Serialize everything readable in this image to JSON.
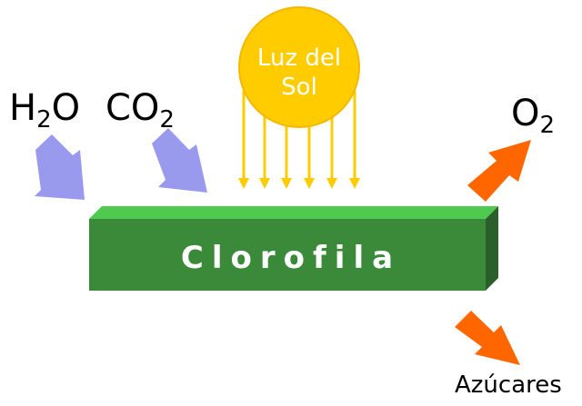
{
  "inputs": {
    "water": {
      "base": "H",
      "sub": "2",
      "tail": "O"
    },
    "carbon_dioxide": {
      "base": "CO",
      "sub": "2"
    }
  },
  "sun": {
    "line1": "Luz del",
    "line2": "Sol"
  },
  "chlorophyll": {
    "label": "Clorofila"
  },
  "outputs": {
    "oxygen": {
      "base": "O",
      "sub": "2"
    },
    "sugars": {
      "label": "Azúcares"
    }
  },
  "colors": {
    "sun": "#ffcc00",
    "sun_outline": "#f5b800",
    "input_arrow": "#9999ee",
    "output_arrow": "#ff6600",
    "bar_front": "#3a8a3a",
    "bar_top": "#4fc94f",
    "bar_side": "#2a5e2a"
  }
}
